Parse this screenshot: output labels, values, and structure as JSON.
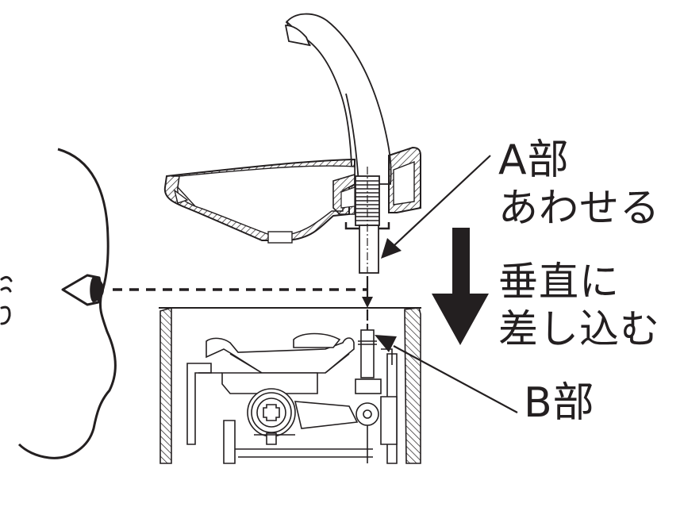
{
  "figure": {
    "label_a": {
      "part": "A部",
      "instruction": "あわせる"
    },
    "direction": {
      "line1": "垂直に",
      "line2": "差し込む"
    },
    "label_b": {
      "part": "B部"
    }
  },
  "colors": {
    "ink": "#231f20",
    "background": "#ffffff"
  },
  "icons": [
    "eye-icon",
    "down-arrow-icon",
    "head-profile",
    "faucet",
    "washbasin",
    "tank-mechanism"
  ]
}
